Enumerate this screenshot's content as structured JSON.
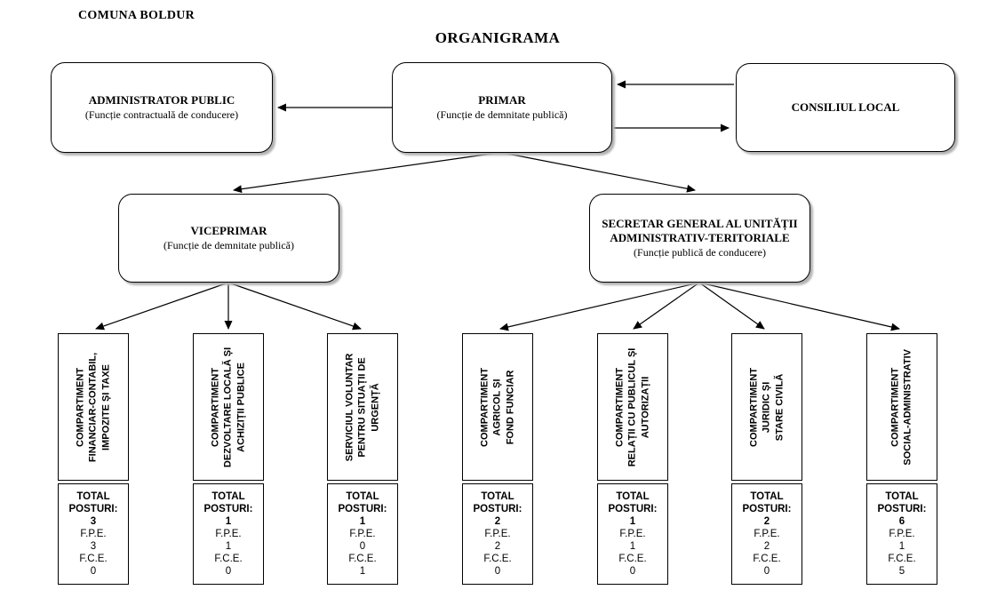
{
  "page": {
    "org_name": "COMUNA BOLDUR",
    "title": "ORGANIGRAMA"
  },
  "boxes": {
    "administrator": {
      "title": "ADMINISTRATOR PUBLIC",
      "subtitle": "(Funcție contractuală de conducere)"
    },
    "primar": {
      "title": "PRIMAR",
      "subtitle": "(Funcție de demnitate publică)"
    },
    "consiliul_local": {
      "title": "CONSILIUL LOCAL"
    },
    "viceprimar": {
      "title": "VICEPRIMAR",
      "subtitle": "(Funcție de demnitate publică)"
    },
    "secretar_general": {
      "title": "SECRETAR GENERAL AL UNITĂȚII\nADMINISTRATIV-TERITORIALE",
      "subtitle": "(Funcție publică de conducere)"
    }
  },
  "labels": {
    "total_posturi": "TOTAL\nPOSTURI:",
    "fpe": "F.P.E.",
    "fce": "F.C.E."
  },
  "departments": [
    {
      "name": "COMPARTIMENT\nFINANCIAR-CONTABIL,\nIMPOZITE ȘI TAXE",
      "total": "3",
      "fpe": "3",
      "fce": "0"
    },
    {
      "name": "COMPARTIMENT\nDEZVOLTARE LOCALĂ ȘI\nACHIZIȚII PUBLICE",
      "total": "1",
      "fpe": "1",
      "fce": "0"
    },
    {
      "name": "SERVICIUL VOLUNTAR\nPENTRU SITUAȚII DE\nURGENȚĂ",
      "total": "1",
      "fpe": "0",
      "fce": "1"
    },
    {
      "name": "COMPARTIMENT\nAGRICOL ȘI\nFOND FUNCIAR",
      "total": "2",
      "fpe": "2",
      "fce": "0"
    },
    {
      "name": "COMPARTIMENT\nRELAȚII CU PUBLICUL ȘI\nAUTORIZAȚII",
      "total": "1",
      "fpe": "1",
      "fce": "0"
    },
    {
      "name": "COMPARTIMENT\nJURIDIC ȘI\nSTARE CIVILĂ",
      "total": "2",
      "fpe": "2",
      "fce": "0"
    },
    {
      "name": "COMPARTIMENT\nSOCIAL-ADMINISTRATIV",
      "total": "6",
      "fpe": "1",
      "fce": "5"
    }
  ],
  "colors": {
    "border": "#000000",
    "background": "#ffffff",
    "shadow": "#b3b3b3",
    "text": "#000000"
  }
}
